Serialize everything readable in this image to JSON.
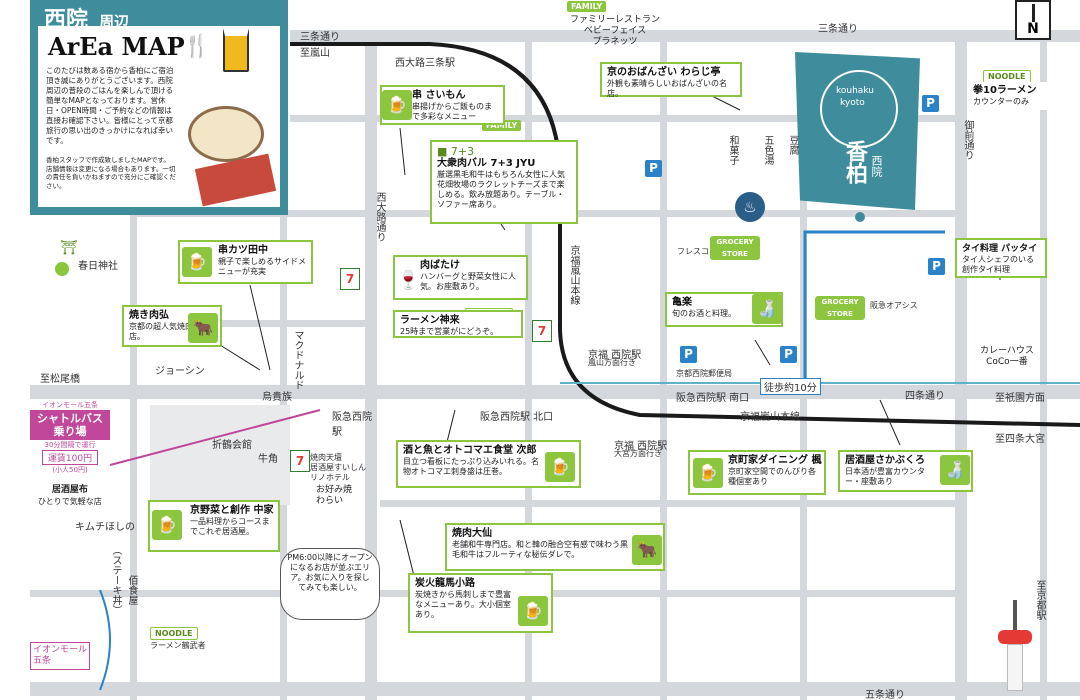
{
  "header": {
    "area_title": "西院",
    "area_sub": "周辺",
    "map_title": "ArEa MAP",
    "intro": "このたびは数ある宿から香柏にご宿泊頂き誠にありがとうございます。西院周辺の普段のごはんを楽しんで頂ける簡単なMAPとなっております。営休日・OPEN時間・ご予約などの情報は直接お確認下さい。皆様にとって京都旅行の思い出のきっかけになれば幸いです。",
    "note": "香柏スタッフで作成致しましたMAPです。店舗情報は変更になる場合もあります。一切の責任を負いかねますので充分にご確認ください。"
  },
  "hotel": {
    "kouhaku": "kouhaku",
    "kyoto": "kyoto",
    "name_kanji": "香柏",
    "name_sub": "西院"
  },
  "streets": {
    "sanjo_left": "三条通り",
    "sanjo_right": "三条通り",
    "to_arashiyama": "至嵐山",
    "nishioji_sanjo": "西大路三条駅",
    "nishioji_dori": "西大路通り",
    "randen": "京福嵐山本線",
    "randen2": "京福嵐山本線",
    "shijo": "四条通り",
    "shijo_right": "四条通り",
    "to_gion": "至祇園方面",
    "to_shijo_omiya": "至四条大宮",
    "to_matsuo": "至松尾橋",
    "gojo": "五条通り",
    "gojo_bottom": "五条通り",
    "to_kyoto_eki": "至京都駅",
    "goshomae": "御前通り",
    "kasuga": "春日神社",
    "jyoshin": "ジョーシン",
    "mcdonalds": "マクドナルド",
    "karasuma": "烏貴族",
    "hankyu_sai": "阪急西院駅",
    "hankyu_north": "阪急西院駅 北口",
    "hankyu_south": "阪急西院駅 南口",
    "keifuku_sai_arashi": "京福 西院駅",
    "keifuku_sai_arashi_sub": "嵐山方面行き",
    "keifuku_sai_omiya": "京福 西院駅",
    "keifuku_sai_omiya_sub": "大宮方面行き",
    "walk": "徒歩約10分",
    "post": "京都西院郵便局",
    "fresco": "フレスコ",
    "hankyu_oasis": "阪急オアシス",
    "grocery": "GROCERY STORE",
    "grocery2": "GROCERY STORE",
    "orizuru": "折鶴会館",
    "gyukaku": "牛角",
    "okonomiyaki": "お好み焼\nわらい",
    "kimchi": "キムチほしの",
    "steak": "（ステーキ丼）",
    "hyakushokuya": "佰食屋",
    "aeon": "イオンモール\n五条",
    "gojo_ramen": "ラーメン鶴武者",
    "wagashi": "和菓子",
    "goshikiyu": "五色湯",
    "toufu": "豆腐",
    "nishikyogoku": "居酒屋すいしん",
    "yakiniku_tenma": "焼肉天壇",
    "rinohotel": "リノホテル",
    "family_restaurant": "ファミリーレストラン",
    "babyface": "ベビーフェイス",
    "planet": "プラネッツ",
    "kare_house": "カレーハウス\nCoCo一番"
  },
  "shuttle": {
    "top": "イオンモール五条",
    "title": "シャトルバス乗り場",
    "freq": "30分間隔で運行",
    "fare": "運賃100円",
    "child": "(小人50円)"
  },
  "cards": [
    {
      "title": "串 さいもん",
      "desc": "串揚げからご飯ものまで多彩なメニュー"
    },
    {
      "title": "大衆肉バル 7+3 JYU",
      "desc": "厳選黒毛和牛はもちろん女性に人気花畑牧場のラクレットチーズまで楽しめる。飲み放題あり。テーブル・ソファー席あり。"
    },
    {
      "title": "京のおばんざい わらじ亭",
      "desc": "外観も素晴らしいおばんざいの名店。"
    },
    {
      "title": "串カツ田中",
      "desc": "親子で楽しめるサイドメニューが充実"
    },
    {
      "title": "焼き肉弘",
      "desc": "京都の超人気焼肉店。"
    },
    {
      "title": "肉ばたけ",
      "desc": "ハンバーグと野菜女性に人気。お座敷あり。"
    },
    {
      "title": "ラーメン神来",
      "desc": "25時まで営業がにどうぞ。"
    },
    {
      "title": "亀楽",
      "desc": "旬のお酒と料理。"
    },
    {
      "title": "タイ料理 パッタイ",
      "desc": "タイ人シェフのいる創作タイ料理"
    },
    {
      "title": "拳10ラーメン",
      "desc": "カウンターのみ"
    },
    {
      "title": "酒と魚とオトコマエ食堂 次郎",
      "desc": "目立つ看板にたっぷり込みいれる。名物オトコマエ刺身盛は圧巻。"
    },
    {
      "title": "京町家ダイニング 楓",
      "desc": "京町家空間でのんびり各種個室あり"
    },
    {
      "title": "居酒屋さかぶくろ",
      "desc": "日本酒が豊富カウンター・座敷あり"
    },
    {
      "title": "京野菜と創作 中家",
      "desc": "一品料理からコースまでこれぞ居酒屋。"
    },
    {
      "title": "焼肉大仙",
      "desc": "老舗和牛専門店。和と韓の融合空有感で味わう黒毛和牛はフルーティな秘伝ダレで。"
    },
    {
      "title": "炭火龍馬小路",
      "desc": "炭焼きから馬刺しまで豊富なメニューあり。大小個室あり。"
    },
    {
      "title": "居酒屋布",
      "desc": "ひとりで気軽な店"
    }
  ],
  "bubble": "PM6:00以降にオープンになるお店が並ぶエリア。お気に入りを探してみても楽しい。",
  "tags": {
    "family": "FAMILY",
    "noodle": "NOODLE"
  },
  "compass": "N",
  "colors": {
    "accent_green": "#8cc63f",
    "teal": "#3e8c9c",
    "road": "#d4d7db",
    "rail": "#1a1a1a",
    "parking": "#2a82c9",
    "shuttle": "#c0479a"
  },
  "icons": [
    "beer-icon",
    "cow-icon",
    "sake-icon",
    "wine-icon",
    "parking-icon",
    "onsen-icon",
    "torii-icon",
    "compass-icon",
    "kyoto-tower-icon"
  ]
}
